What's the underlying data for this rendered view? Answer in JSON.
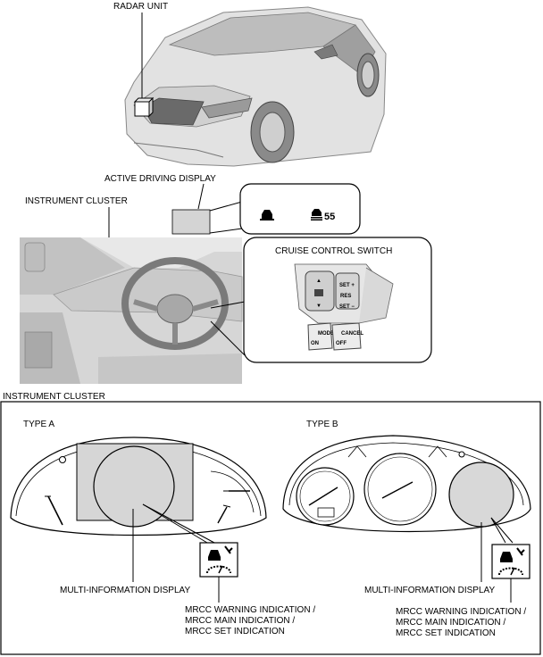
{
  "labels": {
    "radar_unit": "RADAR UNIT",
    "active_driving_display": "ACTIVE DRIVING DISPLAY",
    "instrument_cluster_top": "INSTRUMENT CLUSTER",
    "cruise_control_switch": "CRUISE CONTROL SWITCH",
    "instrument_cluster_section": "INSTRUMENT CLUSTER",
    "type_a": "TYPE A",
    "type_b": "TYPE B",
    "multi_info_a": "MULTI-INFORMATION DISPLAY",
    "multi_info_b": "MULTI-INFORMATION DISPLAY",
    "mrcc_a_line1": "MRCC WARNING INDICATION /",
    "mrcc_a_line2": "MRCC MAIN INDICATION /",
    "mrcc_a_line3": "MRCC SET INDICATION",
    "mrcc_b_line1": "MRCC WARNING INDICATION /",
    "mrcc_b_line2": "MRCC MAIN INDICATION /",
    "mrcc_b_line3": "MRCC SET INDICATION"
  },
  "display_readout": {
    "speed": "55"
  },
  "switch_labels": {
    "set_plus": "SET +",
    "res": "RES",
    "set_minus": "SET −",
    "mode": "MODE",
    "on": "ON",
    "cancel": "CANCEL",
    "off": "OFF"
  },
  "colors": {
    "line": "#000000",
    "panel_gray": "#d4d4d4",
    "photo_gray": "#cfcfcf"
  }
}
